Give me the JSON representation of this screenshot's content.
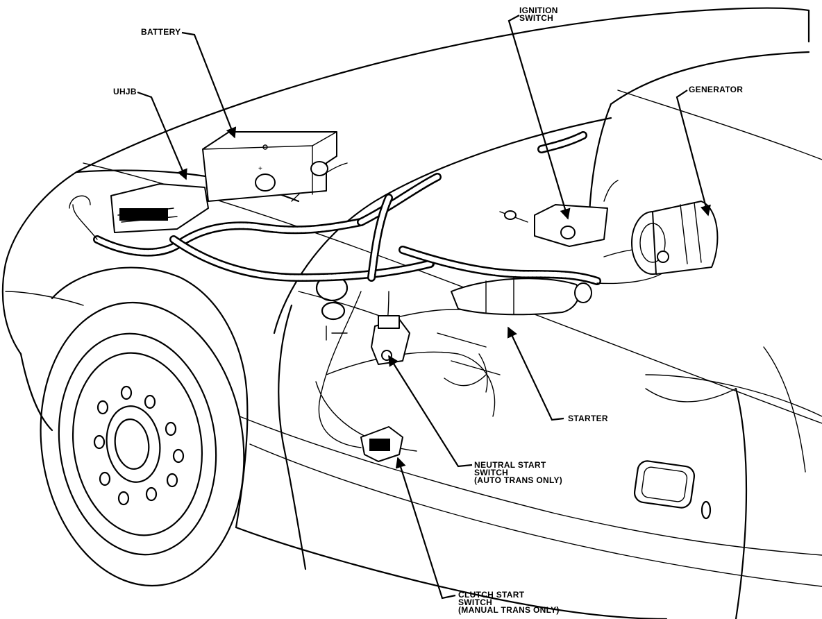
{
  "labels": {
    "battery": "BATTERY",
    "uhjb": "UHJB",
    "ignition_switch": [
      "IGNITION",
      "SWITCH"
    ],
    "generator": "GENERATOR",
    "starter": "STARTER",
    "neutral_start_switch": [
      "NEUTRAL START",
      "SWITCH",
      "(AUTO TRANS ONLY)"
    ],
    "clutch_start_switch": [
      "CLUTCH START",
      "SWITCH",
      "(MANUAL TRANS ONLY)"
    ]
  },
  "colors": {
    "line": "#000000",
    "background": "#ffffff"
  }
}
